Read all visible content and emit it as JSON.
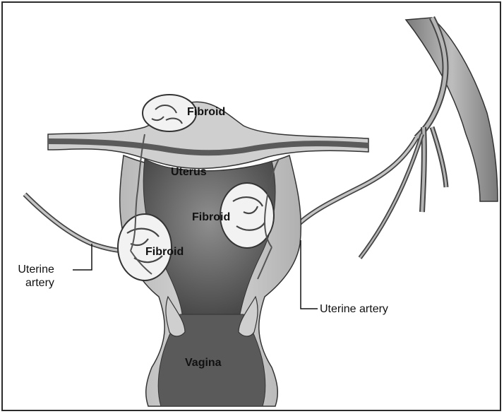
{
  "labels": {
    "fibroid_top": "Fibroid",
    "uterus": "Uterus",
    "fibroid_right": "Fibroid",
    "fibroid_left": "Fibroid",
    "vagina": "Vagina",
    "uterine_artery_left_line1": "Uterine",
    "uterine_artery_left_line2": "artery",
    "uterine_artery_right": "Uterine artery"
  },
  "colors": {
    "tissue_light": "#c9c9c9",
    "tissue_mid": "#9a9a9a",
    "cavity_dark": "#5a5a5a",
    "fibroid_fill": "#f2f2f2",
    "line": "#222222"
  }
}
